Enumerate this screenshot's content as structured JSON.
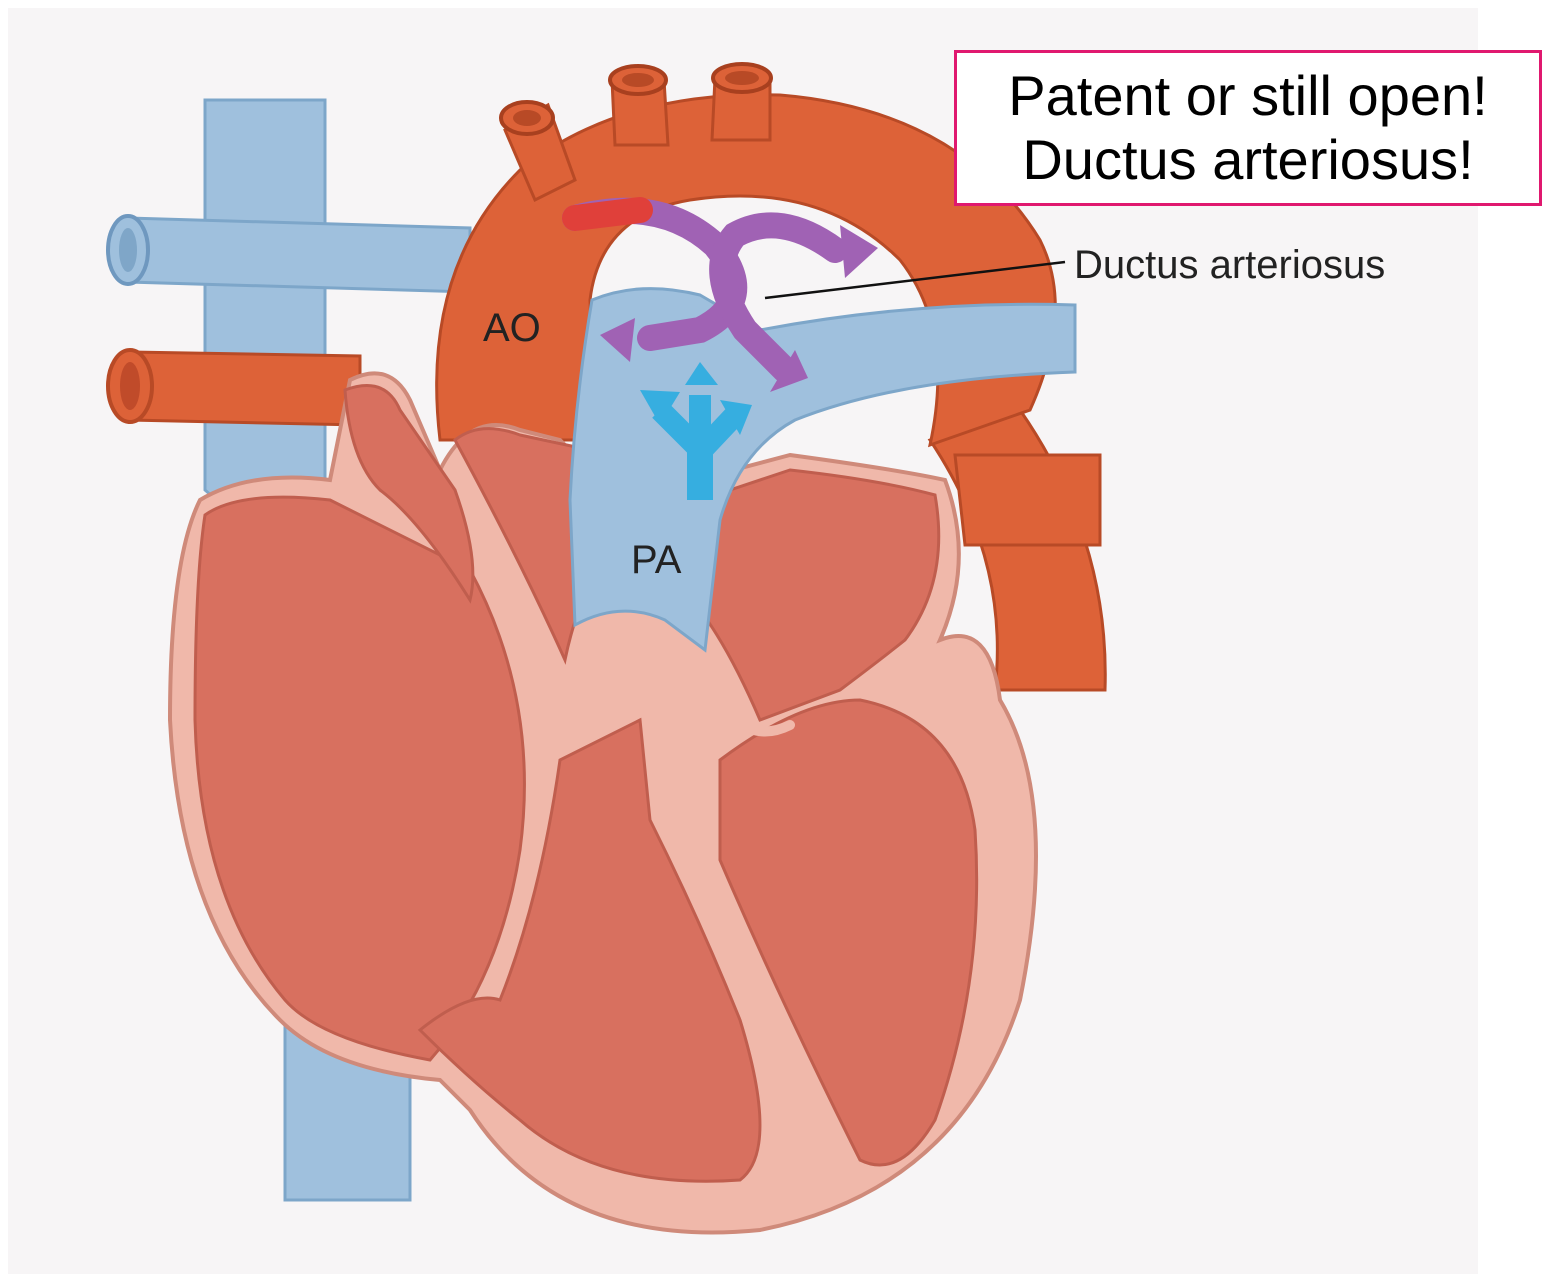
{
  "callout": {
    "line1": "Patent or still open!",
    "line2": "Ductus arteriosus!",
    "border_color": "#e0186f"
  },
  "labels": {
    "aorta": "AO",
    "pulmonary_artery": "PA",
    "ductus": "Ductus arteriosus"
  },
  "colors": {
    "aorta": "#dd6238",
    "vein": "#9fc0dd",
    "chamber": "#d8705f",
    "wall": "#f0b8aa",
    "flow_arrow": "#a062b4",
    "blue_arrow": "#36aee0"
  },
  "icons": {
    "flow": "ductal-shunt-arrows",
    "pa_flow": "pulmonary-branch-arrows"
  }
}
